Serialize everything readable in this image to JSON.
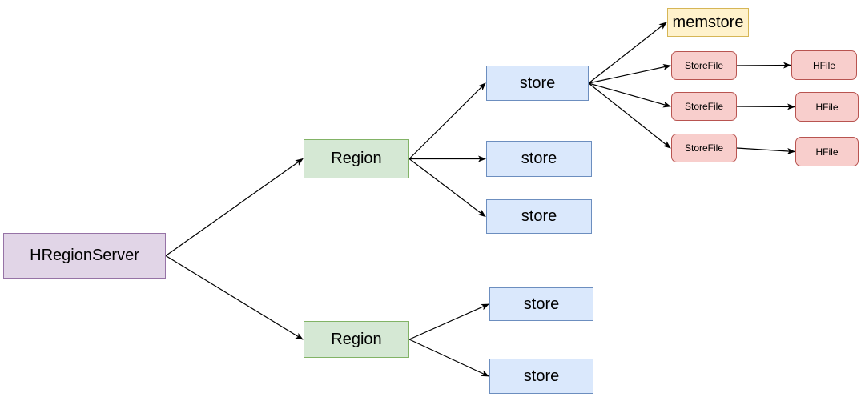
{
  "colors": {
    "server_fill": "#e1d5e7",
    "server_stroke": "#9673a6",
    "region_fill": "#d5e8d4",
    "region_stroke": "#82b366",
    "store_fill": "#dae8fc",
    "store_stroke": "#6c8ebf",
    "memstore_fill": "#fff2cc",
    "memstore_stroke": "#d6b656",
    "file_fill": "#f8cecc",
    "file_stroke": "#b85450",
    "edge": "#000000"
  },
  "nodes": {
    "server": "HRegionServer",
    "region_1": "Region",
    "region_2": "Region",
    "store_1a": "store",
    "store_1b": "store",
    "store_1c": "store",
    "store_2a": "store",
    "store_2b": "store",
    "memstore": "memstore",
    "storefile_1": "StoreFile",
    "storefile_2": "StoreFile",
    "storefile_3": "StoreFile",
    "hfile_1": "HFile",
    "hfile_2": "HFile",
    "hfile_3": "HFile"
  },
  "edges": [
    {
      "from": "server",
      "to": "region_1"
    },
    {
      "from": "server",
      "to": "region_2"
    },
    {
      "from": "region_1",
      "to": "store_1a"
    },
    {
      "from": "region_1",
      "to": "store_1b"
    },
    {
      "from": "region_1",
      "to": "store_1c"
    },
    {
      "from": "region_2",
      "to": "store_2a"
    },
    {
      "from": "region_2",
      "to": "store_2b"
    },
    {
      "from": "store_1a",
      "to": "memstore"
    },
    {
      "from": "store_1a",
      "to": "storefile_1"
    },
    {
      "from": "store_1a",
      "to": "storefile_2"
    },
    {
      "from": "store_1a",
      "to": "storefile_3"
    },
    {
      "from": "storefile_1",
      "to": "hfile_1"
    },
    {
      "from": "storefile_2",
      "to": "hfile_2"
    },
    {
      "from": "storefile_3",
      "to": "hfile_3"
    }
  ]
}
